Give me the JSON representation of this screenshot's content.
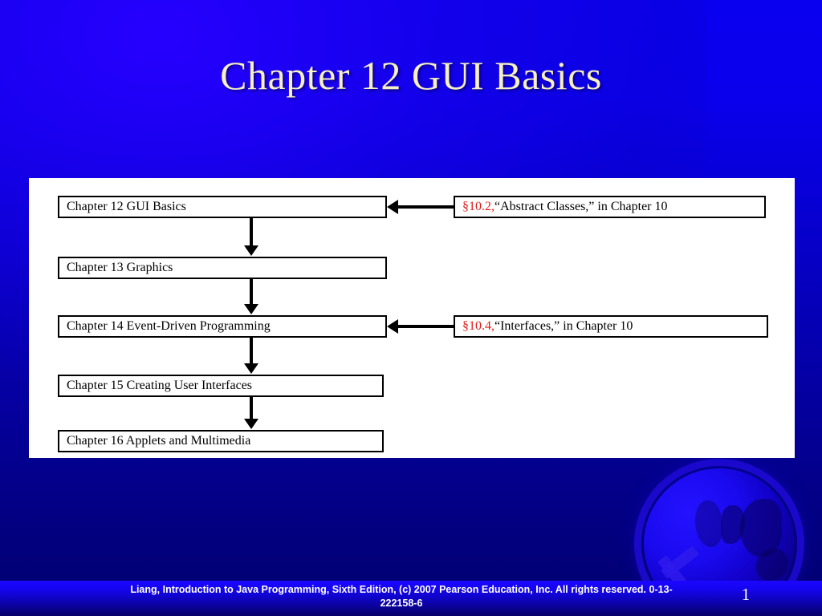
{
  "slide": {
    "title": "Chapter 12 GUI Basics",
    "page_number": "1",
    "footer": "Liang, Introduction to Java Programming, Sixth Edition, (c) 2007 Pearson Education, Inc. All rights reserved. 0-13-222158-6",
    "colors": {
      "title_text": "#F7F0C4",
      "background_top": "#0A00F0",
      "background_bottom": "#02006E",
      "panel": "#FFFFFF",
      "node_border": "#000000",
      "section_ref_accent": "#E01B1B",
      "footer_text": "#FFFFFF"
    }
  },
  "diagram": {
    "chapters": [
      {
        "id": "chapter-12",
        "label": "Chapter 12 GUI Basics"
      },
      {
        "id": "chapter-13",
        "label": "Chapter 13 Graphics"
      },
      {
        "id": "chapter-14",
        "label": "Chapter 14 Event-Driven Programming"
      },
      {
        "id": "chapter-15",
        "label": "Chapter 15 Creating User Interfaces"
      },
      {
        "id": "chapter-16",
        "label": "Chapter 16 Applets and Multimedia"
      }
    ],
    "references": [
      {
        "id": "ref-10-2",
        "section": "§10.2,",
        "text": " “Abstract Classes,” in Chapter 10",
        "points_to": "chapter-12"
      },
      {
        "id": "ref-10-4",
        "section": "§10.4,",
        "text": " “Interfaces,” in Chapter 10",
        "points_to": "chapter-14"
      }
    ],
    "flow_arrows": [
      {
        "from": "chapter-12",
        "to": "chapter-13"
      },
      {
        "from": "chapter-13",
        "to": "chapter-14"
      },
      {
        "from": "chapter-14",
        "to": "chapter-15"
      },
      {
        "from": "chapter-15",
        "to": "chapter-16"
      }
    ]
  }
}
